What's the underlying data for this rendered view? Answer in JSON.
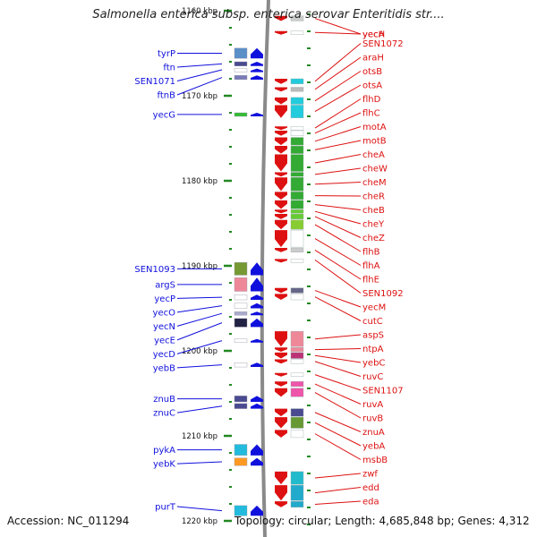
{
  "title": "Salmonella enterica subsp. enterica serovar Enteritidis str....",
  "footer": {
    "accession": "Accession: NC_011294",
    "topology": "Topology: circular; Length: 4,685,848 bp; Genes: 4,312"
  },
  "scale": {
    "ticks": [
      {
        "label": "1160 kbp",
        "kb": 1160
      },
      {
        "label": "1170 kbp",
        "kb": 1170
      },
      {
        "label": "1180 kbp",
        "kb": 1180
      },
      {
        "label": "1190 kbp",
        "kb": 1190
      },
      {
        "label": "1200 kbp",
        "kb": 1200
      },
      {
        "label": "1210 kbp",
        "kb": 1210
      },
      {
        "label": "1220 kbp",
        "kb": 1220
      }
    ]
  },
  "colors": {
    "forward": "#1010dd",
    "reverse": "#dd1111",
    "scale": "#228822",
    "axis": "#888888"
  },
  "genes_left": [
    {
      "name": "tyrP",
      "kb": 1164.4,
      "len": 1.2,
      "color": "#5b8fc8"
    },
    {
      "name": "ftn",
      "kb": 1166.0,
      "len": 0.5,
      "color": "#4a4a90"
    },
    {
      "name": "SEN1071",
      "kb": 1166.8,
      "len": 0.3,
      "color": "#ffffff"
    },
    {
      "name": "ftnB",
      "kb": 1167.6,
      "len": 0.5,
      "color": "#7a7ab8"
    },
    {
      "name": "yecG",
      "kb": 1172.0,
      "len": 0.4,
      "color": "#33bb33"
    },
    {
      "name": "SEN1093",
      "kb": 1189.6,
      "len": 1.5,
      "color": "#779933"
    },
    {
      "name": "argS",
      "kb": 1191.4,
      "len": 1.6,
      "color": "#ee8899"
    },
    {
      "name": "yecP",
      "kb": 1193.4,
      "len": 0.6,
      "color": "#ffffff"
    },
    {
      "name": "yecO",
      "kb": 1194.4,
      "len": 0.6,
      "color": "#ffffff"
    },
    {
      "name": "yecN",
      "kb": 1195.4,
      "len": 0.4,
      "color": "#aaaacc"
    },
    {
      "name": "yecE",
      "kb": 1196.2,
      "len": 1.0,
      "color": "#222244"
    },
    {
      "name": "yecD",
      "kb": 1198.6,
      "len": 0.4,
      "color": "#ffffff"
    },
    {
      "name": "yebB",
      "kb": 1201.4,
      "len": 0.5,
      "color": "#ffffff"
    },
    {
      "name": "znuB",
      "kb": 1205.3,
      "len": 0.7,
      "color": "#4a4a90"
    },
    {
      "name": "znuC",
      "kb": 1206.2,
      "len": 0.6,
      "color": "#4a4a90"
    },
    {
      "name": "pykA",
      "kb": 1211.0,
      "len": 1.3,
      "color": "#22bbdd"
    },
    {
      "name": "yebK",
      "kb": 1212.6,
      "len": 0.9,
      "color": "#ff9922"
    },
    {
      "name": "purT",
      "kb": 1218.2,
      "len": 1.2,
      "color": "#22bbdd"
    }
  ],
  "genes_right": [
    {
      "name": "yecA",
      "kb": 1160.6,
      "len": 0.6,
      "color": "#cccccc"
    },
    {
      "name": "yecH",
      "kb": 1162.4,
      "len": 0.3,
      "color": "#ffffff"
    },
    {
      "name": "SEN1072",
      "kb": 1168.0,
      "len": 0.6,
      "color": "#22ccdd"
    },
    {
      "name": "araH",
      "kb": 1169.0,
      "len": 0.5,
      "color": "#bbbbbb"
    },
    {
      "name": "otsB",
      "kb": 1170.2,
      "len": 0.8,
      "color": "#22ccdd"
    },
    {
      "name": "otsA",
      "kb": 1171.1,
      "len": 1.5,
      "color": "#22ccdd"
    },
    {
      "name": "flhD",
      "kb": 1173.6,
      "len": 0.4,
      "color": "#ffffff"
    },
    {
      "name": "flhC",
      "kb": 1174.1,
      "len": 0.6,
      "color": "#ffffff"
    },
    {
      "name": "motA",
      "kb": 1174.9,
      "len": 0.9,
      "color": "#33aa33"
    },
    {
      "name": "motB",
      "kb": 1175.9,
      "len": 0.9,
      "color": "#33aa33"
    },
    {
      "name": "cheA",
      "kb": 1176.9,
      "len": 2.0,
      "color": "#33aa33"
    },
    {
      "name": "cheW",
      "kb": 1179.0,
      "len": 0.5,
      "color": "#33aa33"
    },
    {
      "name": "cheM",
      "kb": 1179.6,
      "len": 1.6,
      "color": "#33aa33"
    },
    {
      "name": "cheR",
      "kb": 1181.3,
      "len": 0.9,
      "color": "#33aa33"
    },
    {
      "name": "cheB",
      "kb": 1182.3,
      "len": 1.0,
      "color": "#33aa33"
    },
    {
      "name": "cheY",
      "kb": 1183.4,
      "len": 0.4,
      "color": "#66cc33"
    },
    {
      "name": "cheZ",
      "kb": 1183.9,
      "len": 0.6,
      "color": "#66cc33"
    },
    {
      "name": "flhB",
      "kb": 1184.6,
      "len": 1.1,
      "color": "#88cc33"
    },
    {
      "name": "flhA",
      "kb": 1185.8,
      "len": 2.0,
      "color": "#ffffff"
    },
    {
      "name": "flhE",
      "kb": 1187.9,
      "len": 0.5,
      "color": "#cccccc"
    },
    {
      "name": "SEN1092",
      "kb": 1189.2,
      "len": 0.2,
      "color": "#ffffff"
    },
    {
      "name": "yecM",
      "kb": 1192.6,
      "len": 0.6,
      "color": "#666688"
    },
    {
      "name": "cutC",
      "kb": 1193.3,
      "len": 0.7,
      "color": "#ffffff"
    },
    {
      "name": "aspS",
      "kb": 1197.7,
      "len": 1.8,
      "color": "#ee8899"
    },
    {
      "name": "ntpA",
      "kb": 1199.6,
      "len": 0.5,
      "color": "#ee8899"
    },
    {
      "name": "yebC",
      "kb": 1200.2,
      "len": 0.7,
      "color": "#bb3377"
    },
    {
      "name": "ruvC",
      "kb": 1201.0,
      "len": 0.5,
      "color": "#ffffff"
    },
    {
      "name": "SEN1107",
      "kb": 1202.6,
      "len": 0.4,
      "color": "#ffffff"
    },
    {
      "name": "ruvA",
      "kb": 1203.6,
      "len": 0.6,
      "color": "#ee55aa"
    },
    {
      "name": "ruvB",
      "kb": 1204.4,
      "len": 1.0,
      "color": "#ee55aa"
    },
    {
      "name": "znuA",
      "kb": 1206.8,
      "len": 0.9,
      "color": "#4a4a90"
    },
    {
      "name": "yebA",
      "kb": 1207.8,
      "len": 1.3,
      "color": "#669933"
    },
    {
      "name": "msbB",
      "kb": 1209.3,
      "len": 0.9,
      "color": "#ffffff"
    },
    {
      "name": "zwf",
      "kb": 1214.2,
      "len": 1.5,
      "color": "#22bbcc"
    },
    {
      "name": "edd",
      "kb": 1215.8,
      "len": 1.8,
      "color": "#22aacc"
    },
    {
      "name": "eda",
      "kb": 1217.7,
      "len": 0.7,
      "color": "#22aacc"
    }
  ]
}
